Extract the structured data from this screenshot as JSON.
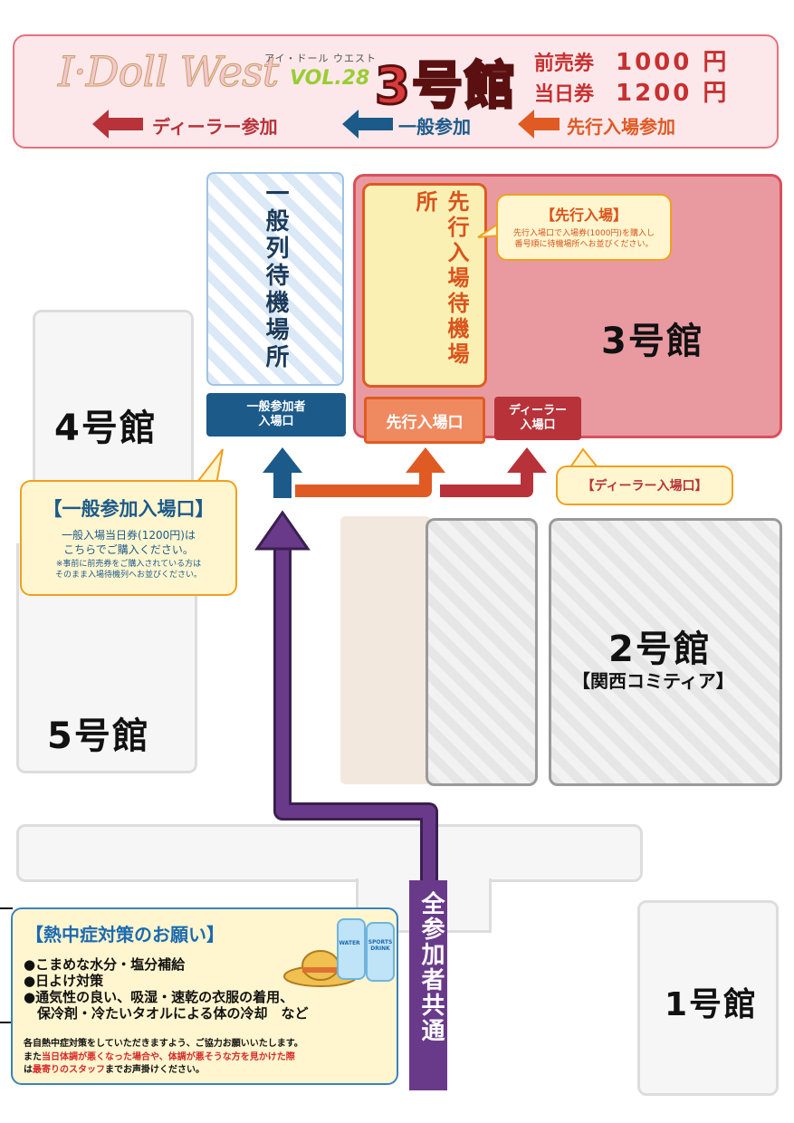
{
  "header": {
    "logo_text": "I·Doll West",
    "logo_reading": "アイ・ドール ウエスト",
    "logo_vol": "VOL.28",
    "hall_title": "3号館",
    "advance_label": "前売券",
    "advance_price": "1000 円",
    "door_label": "当日券",
    "door_price": "1200 円",
    "legend": [
      {
        "label": "ディーラー参加",
        "color": "#b8323a"
      },
      {
        "label": "一般参加",
        "color": "#1c5a8a"
      },
      {
        "label": "先行入場参加",
        "color": "#e05a24"
      }
    ]
  },
  "map": {
    "general_queue": "一般列待機場所",
    "priority_queue": "先行入場待機場所",
    "hall3": "3号館",
    "hall4": "4号館",
    "hall5": "5号館",
    "hall2": "2号館",
    "hall2_sub": "【関西コミティア】",
    "hall1": "1号館",
    "general_entrance": "一般参加者\n入場口",
    "priority_entrance": "先行入場口",
    "dealer_entrance": "ディーラー\n入場口",
    "common_route": "全参加者共通"
  },
  "callouts": {
    "priority": {
      "title": "【先行入場】",
      "body": "先行入場口で入場券(1000円)を購入し\n番号順に待機場所へお並びください。"
    },
    "dealer": {
      "title": "【ディーラー入場口】"
    },
    "general": {
      "title": "【一般参加入場口】",
      "body": "一般入場当日券(1200円)は\nこちらでご購入ください。",
      "note": "※事前に前売券をご購入されている方は\nそのまま入場待機列へお並びください。"
    },
    "heat": {
      "title": "【熱中症対策のお願い】",
      "items": [
        "●こまめな水分・塩分補給",
        "●日よけ対策",
        "●通気性の良い、吸湿・速乾の衣服の着用、",
        "　保冷剤・冷たいタオルによる体の冷却　など"
      ],
      "footer_1": "各自熱中症対策をしていただきますよう、ご協力お願いいたします。",
      "footer_2a": "また",
      "footer_2b": "当日体調が悪くなった場合や、体調が悪そうな方を見かけた際",
      "footer_3a": "は",
      "footer_3b": "最寄りのスタッフ",
      "footer_3c": "までお声掛けください。",
      "bottle1_label": "WATER",
      "bottle2_label": "SPORTS DRINK"
    }
  },
  "colors": {
    "dealer": "#b8323a",
    "general": "#1c5a8a",
    "priority": "#e05a24",
    "common": "#6a3a8a",
    "hall3_fill": "#e89aa0"
  }
}
